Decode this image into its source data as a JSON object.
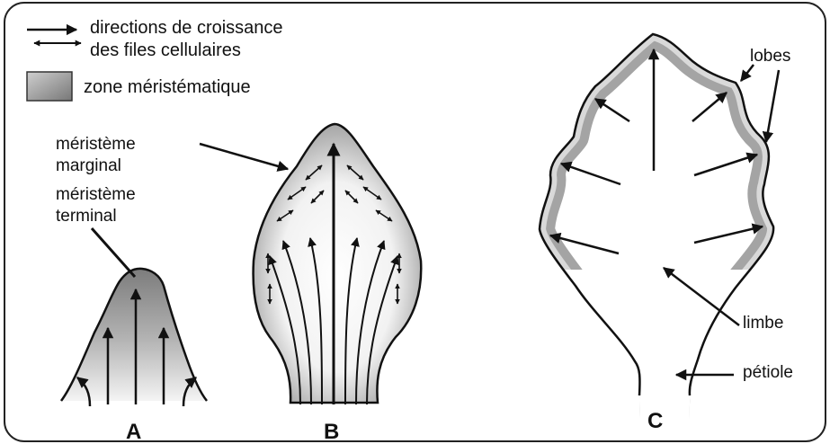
{
  "legend": {
    "arrow_line1": "directions de croissance",
    "arrow_line2": "des files cellulaires",
    "zone": "zone méristématique"
  },
  "annotations": {
    "marginal_line1": "méristème",
    "marginal_line2": "marginal",
    "terminal_line1": "méristème",
    "terminal_line2": "terminal",
    "lobes": "lobes",
    "limbe": "limbe",
    "petiole": "pétiole"
  },
  "captions": {
    "a": "A",
    "b": "B",
    "c": "C"
  },
  "colors": {
    "meristem_zone": "#8a8a8a",
    "line": "#111111",
    "frame": "#222222",
    "background": "#ffffff"
  }
}
